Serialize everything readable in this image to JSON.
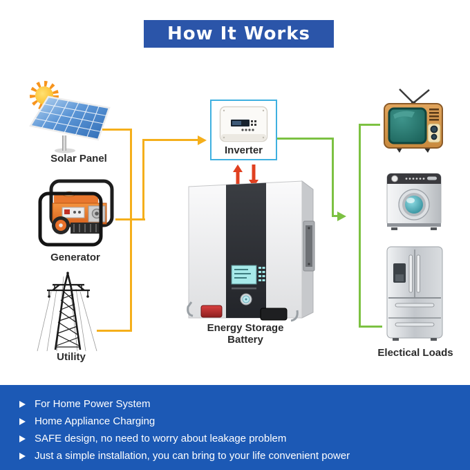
{
  "title": "How It Works",
  "sources": [
    {
      "id": "solar",
      "label": "Solar Panel"
    },
    {
      "id": "generator",
      "label": "Generator"
    },
    {
      "id": "utility",
      "label": "Utility"
    }
  ],
  "inverter": {
    "label": "Inverter"
  },
  "battery": {
    "label": "Energy Storage\nBattery"
  },
  "loads": {
    "label": "Electical Loads",
    "items": [
      "tv",
      "washing-machine",
      "refrigerator"
    ]
  },
  "features": [
    "For Home Power System",
    "Home Appliance Charging",
    "SAFE design, no need to worry about leakage problem",
    "Just a simple installation, you can bring to your life convenient power"
  ],
  "icons": {
    "sun-icon": "radial ray burst",
    "solar-panel-icon": "tilted blue pv grid on pole",
    "generator-icon": "orange portable generator in black cage",
    "utility-tower-icon": "transmission tower line art",
    "inverter-device-icon": "white wall inverter with display",
    "battery-icon": "wall-mount energy storage unit",
    "up-arrow-icon": "red up arrow",
    "down-arrow-icon": "red down arrow",
    "tv-icon": "retro television",
    "washing-machine-icon": "front load washer",
    "refrigerator-icon": "french door fridge",
    "triangle-bullet-icon": "white right-pointing triangle"
  },
  "colors": {
    "title_bg": "#2B55A9",
    "panel_bg": "#1C59B5",
    "source_line": "#F5AF1B",
    "load_line": "#7CC142",
    "inverter_border": "#3FB0E0",
    "transfer_arrows": "#E04020",
    "text_dark": "#2b2b2b",
    "text_light": "#ffffff"
  }
}
